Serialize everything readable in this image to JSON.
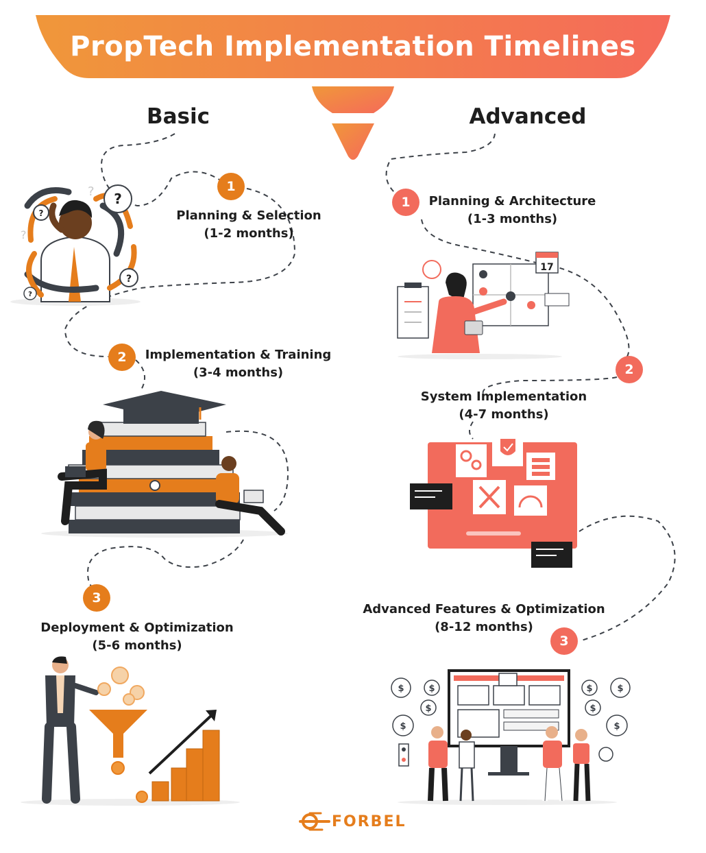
{
  "title": "PropTech Implementation Timelines",
  "colors": {
    "orange": "#e57d1c",
    "coral": "#f26b5c",
    "dark": "#1e1e1e",
    "slate": "#3c4148"
  },
  "basic": {
    "heading": "Basic",
    "steps": [
      {
        "number": "1",
        "name": "Planning & Selection",
        "duration": "(1-2 months)",
        "illustration": "confused-person-icon"
      },
      {
        "number": "2",
        "name": "Implementation & Training",
        "duration": "(3-4 months)",
        "illustration": "books-graduation-icon"
      },
      {
        "number": "3",
        "name": "Deployment & Optimization",
        "duration": "(5-6 months)",
        "illustration": "funnel-growth-icon"
      }
    ]
  },
  "advanced": {
    "heading": "Advanced",
    "steps": [
      {
        "number": "1",
        "name": "Planning & Architecture",
        "duration": "(1-3 months)",
        "illustration": "floorplan-planning-icon"
      },
      {
        "number": "2",
        "name": "System Implementation",
        "duration": "(4-7 months)",
        "illustration": "system-dashboard-icon"
      },
      {
        "number": "3",
        "name": "Advanced Features & Optimization",
        "duration": "(8-12 months)",
        "illustration": "team-monitor-icon"
      }
    ]
  },
  "brand": {
    "name": "FORBEL",
    "icon": "forbel-logo-icon"
  }
}
